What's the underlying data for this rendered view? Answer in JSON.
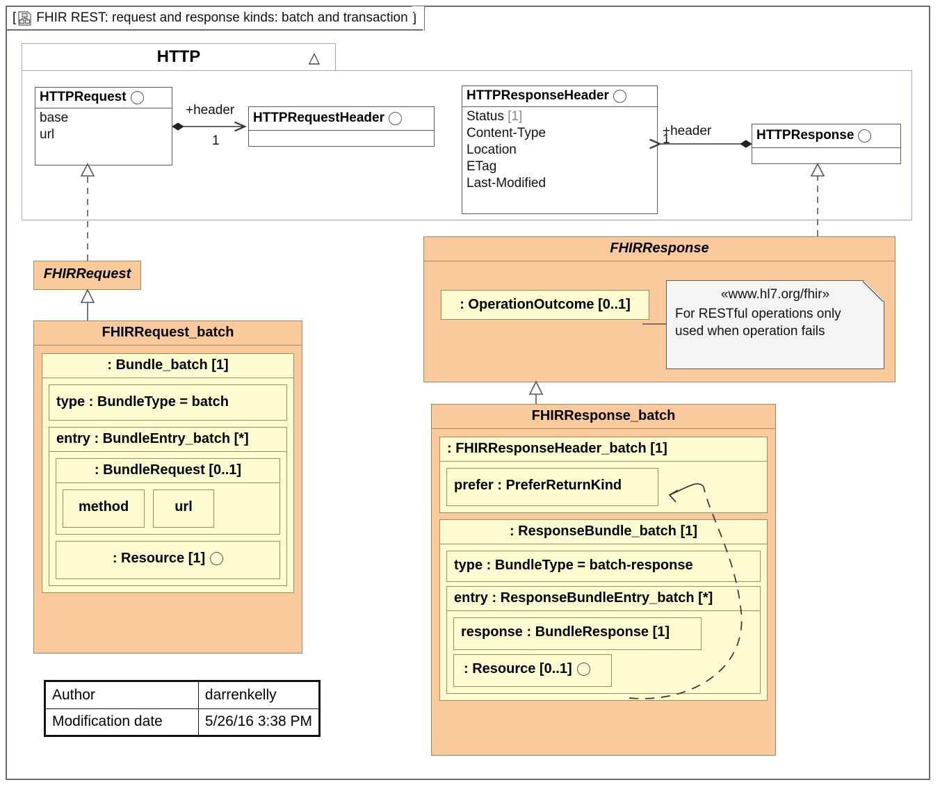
{
  "frame": {
    "title": "FHIR REST: request and response kinds: batch and transaction",
    "bracket_open": "[",
    "bracket_close": "]",
    "icon": "class-diagram-icon"
  },
  "package": {
    "name": "HTTP",
    "expand_glyph": "△"
  },
  "http_classes": {
    "request": {
      "name": "HTTPRequest",
      "icon": "interface-circle-icon",
      "attributes": [
        "base",
        "url"
      ]
    },
    "request_header": {
      "name": "HTTPRequestHeader",
      "icon": "interface-circle-icon",
      "attributes": []
    },
    "response_header": {
      "name": "HTTPResponseHeader",
      "icon": "interface-circle-icon",
      "attributes": [
        {
          "label": "Status",
          "mult": "[1]"
        },
        {
          "label": "Content-Type",
          "mult": ""
        },
        {
          "label": "Location",
          "mult": ""
        },
        {
          "label": "ETag",
          "mult": ""
        },
        {
          "label": "Last-Modified",
          "mult": ""
        }
      ]
    },
    "response": {
      "name": "HTTPResponse",
      "icon": "interface-circle-icon",
      "attributes": []
    }
  },
  "associations": {
    "request_header": {
      "role": "+header",
      "multiplicity": "1"
    },
    "response_header": {
      "role": "+header",
      "multiplicity": "1"
    }
  },
  "fhir_request": {
    "name": "FHIRRequest"
  },
  "fhir_request_batch": {
    "name": "FHIRRequest_batch",
    "bundle": {
      "name": ": Bundle_batch [1]",
      "type_field": "type : BundleType = batch",
      "entry": {
        "name": "entry : BundleEntry_batch [*]",
        "bundle_request": {
          "name": ": BundleRequest [0..1]",
          "fields": [
            "method",
            "url"
          ]
        },
        "resource": {
          "name": ": Resource [1]",
          "icon": "interface-circle-icon"
        }
      }
    }
  },
  "fhir_response": {
    "name": "FHIRResponse",
    "operation_outcome": ": OperationOutcome [0..1]",
    "note": {
      "stereotype": "«www.hl7.org/fhir»",
      "line1": "For RESTful operations only",
      "line2": "used when operation fails"
    }
  },
  "fhir_response_batch": {
    "name": "FHIRResponse_batch",
    "header": {
      "name": ": FHIRResponseHeader_batch [1]",
      "prefer": "prefer : PreferReturnKind"
    },
    "bundle": {
      "name": ": ResponseBundle_batch [1]",
      "type_field": "type : BundleType = batch-response",
      "entry": {
        "name": "entry : ResponseBundleEntry_batch [*]",
        "response": "response : BundleResponse [1]",
        "resource": {
          "name": ": Resource [0..1]",
          "icon": "interface-circle-icon"
        }
      }
    }
  },
  "metadata": {
    "rows": [
      {
        "key": "Author",
        "value": "darrenkelly"
      },
      {
        "key": "Modification date",
        "value": "5/26/16 3:38 PM"
      }
    ]
  },
  "colors": {
    "orange_fill": "#fac99c",
    "yellow_fill": "#fcfcd0",
    "block_border": "#9d8a5e",
    "class_border": "#5a5a5a",
    "package_border": "#9aa8c4",
    "note_fill": "#f4f4f4"
  }
}
